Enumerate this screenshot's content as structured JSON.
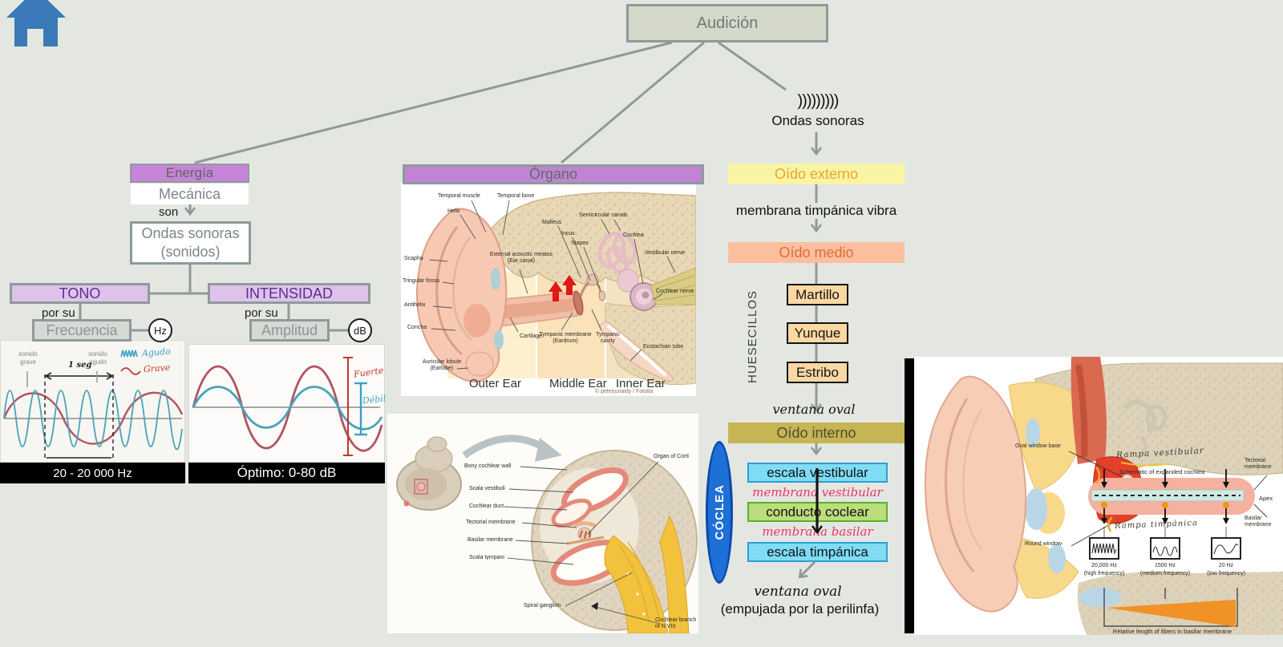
{
  "root": {
    "title": "Audición"
  },
  "energy": {
    "box1": "Energía",
    "box2": "Mecánica",
    "connector": "son",
    "result1": "Ondas sonoras",
    "result2": "(sonidos)"
  },
  "tone": {
    "title": "TONO",
    "connector": "por su",
    "property": "Frecuencia",
    "unit": "Hz",
    "range": "20 - 20 000 Hz",
    "wave": {
      "low1": "sonido",
      "low2": "grave",
      "high1": "sonido",
      "high2": "agudo",
      "time": "1 seg",
      "hand_high": "Agudo",
      "hand_low": "Grave"
    }
  },
  "intensity": {
    "title": "INTENSIDAD",
    "connector": "por su",
    "property": "Amplitud",
    "unit": "dB",
    "range": "Óptimo: 0-80 dB",
    "wave": {
      "strong": "Fuerte",
      "weak": "Débil"
    }
  },
  "organ": {
    "title": "Órgano",
    "labels": {
      "temporal_muscle": "Temporal muscle",
      "temporal_bone": "Temporal bone",
      "helix": "Helix",
      "scapha": "Scapha",
      "triangular_fossa": "Tringular fossa",
      "antihelix": "Antihelix",
      "concha": "Concha",
      "cartilage": "Cartilage",
      "auricular1": "Auricular lobule",
      "auricular2": "(Earlobe)",
      "meatus1": "External acoustic meatus",
      "meatus2": "(Ear canal)",
      "malleus": "Malleus",
      "incus": "Incus",
      "stapes": "Stapes",
      "semicircular": "Semicircular canals",
      "cochlea": "Cochlea",
      "vestibular_nerve": "Vestibular nerve",
      "cochlear_nerve": "Cochlear nerve",
      "tymp_mem1": "Tympanic membrane",
      "tymp_mem2": "(Eardrum)",
      "tymp_cav1": "Tympanic",
      "tymp_cav2": "cavity",
      "eustachian": "Eustachian tube"
    },
    "regions": {
      "outer": "Outer Ear",
      "middle": "Middle Ear",
      "inner": "Inner Ear"
    },
    "credit": "© peterjunaidy / Fotolia"
  },
  "flow": {
    "waves_symbol": ")))))))))",
    "waves_label": "Ondas sonoras",
    "outer": "Oído externo",
    "vibration": "membrana timpánica vibra",
    "middle": "Oído medio",
    "ossicles_title": "HUESECILLOS",
    "ossicle1": "Martillo",
    "ossicle2": "Yunque",
    "ossicle3": "Estribo",
    "oval_window": "ventana  oval",
    "inner": "Oído interno",
    "cochlea": "CÓCLEA",
    "scala_vestibular": "escala vestibular",
    "membrane_vestibular": "membrana vestibular",
    "cochlear_duct": "conducto coclear",
    "membrane_basilar": "membrana basilar",
    "scala_tympanic": "escala timpánica",
    "oval_window2": "ventana  oval",
    "oval_window2_note": "(empujada por la perilinfa)"
  },
  "section": {
    "labels": {
      "bony": "Bony cochlear wall",
      "scala_vestibuli": "Scala vestibuli",
      "cochlear_duct": "Cochlear duct",
      "tectorial": "Tectorial membrane",
      "basilar": "Basilar membrane",
      "scala_tympani": "Scala tympani",
      "spiral_ganglion": "Spiral ganglion",
      "organ_of_corti": "Organ of Corti",
      "branch1": "Cochlear branch",
      "branch2": "of N VIII"
    }
  },
  "expanded": {
    "oval_window_base": "Oval window base",
    "round_window": "Round window",
    "hand_vestibular": "Rampa vestibular",
    "schematic": "Schematic of expanded cochlea",
    "hand_tympanic": "Rampa timpánica",
    "tectorial1": "Tectorial",
    "tectorial2": "membrane",
    "apex": "Apex",
    "basilar1": "Basilar",
    "basilar2": "membrane",
    "freqs": [
      {
        "hz": "20,000 Hz",
        "desc": "(high frequency)"
      },
      {
        "hz": "1500 Hz",
        "desc": "(medium frequency)"
      },
      {
        "hz": "20 Hz",
        "desc": "(low frequency)"
      }
    ],
    "fiber_note": "Relative length of fibers in basilar membrane"
  },
  "colors": {
    "background": "#e4e7e1",
    "connector_gray": "#8f9a9a",
    "root_fill": "#d5d9c9",
    "purple_fill": "#c684d8",
    "light_purple_fill": "#dfc2eb",
    "purple_text": "#5b2d8e",
    "gray_box_fill": "#d6d9d4",
    "outer_ear_fill": "#f9f4a4",
    "outer_ear_text": "#e7a72f",
    "middle_ear_fill": "#fbbf9d",
    "middle_ear_text": "#e26a37",
    "ossicle_fill": "#fbd8a3",
    "inner_ear_fill": "#c6b455",
    "scala_fill": "#7fdcf4",
    "scala_border": "#2a9fd4",
    "duct_fill": "#bddc7b",
    "duct_border": "#54b22e",
    "membrane_text": "#e8336e",
    "cochlea_fill": "#1e6fd6",
    "home_icon": "#3a7ab8",
    "wave_red": "#b05560",
    "wave_blue": "#4aa3b8",
    "triangle_orange": "#f09225"
  }
}
